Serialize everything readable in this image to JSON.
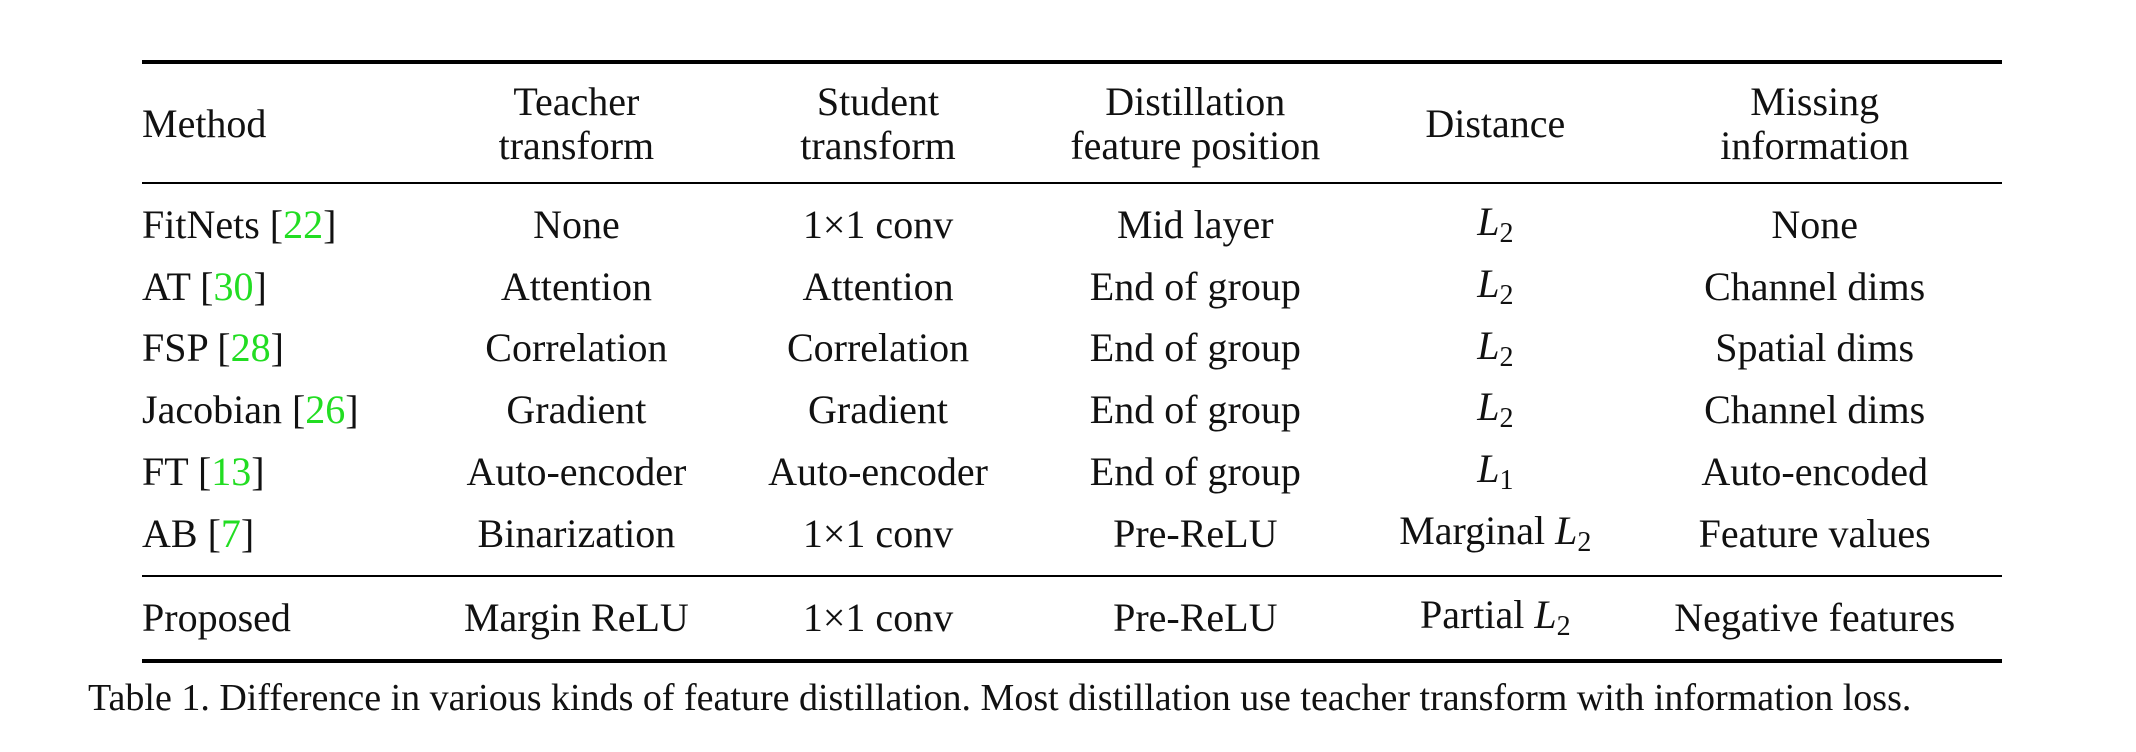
{
  "table": {
    "headers": {
      "method": "Method",
      "teacher": [
        "Teacher",
        "transform"
      ],
      "student": [
        "Student",
        "transform"
      ],
      "position": [
        "Distillation",
        "feature position"
      ],
      "distance": "Distance",
      "missing": [
        "Missing",
        "information"
      ]
    },
    "rows": [
      {
        "method": "FitNets",
        "cite": "22",
        "teacher": "None",
        "student": "1×1 conv",
        "position": "Mid layer",
        "distance_sym": "L",
        "distance_sub": "2",
        "distance_prefix": "",
        "missing": "None"
      },
      {
        "method": "AT",
        "cite": "30",
        "teacher": "Attention",
        "student": "Attention",
        "position": "End of group",
        "distance_sym": "L",
        "distance_sub": "2",
        "distance_prefix": "",
        "missing": "Channel dims"
      },
      {
        "method": "FSP",
        "cite": "28",
        "teacher": "Correlation",
        "student": "Correlation",
        "position": "End of group",
        "distance_sym": "L",
        "distance_sub": "2",
        "distance_prefix": "",
        "missing": "Spatial dims"
      },
      {
        "method": "Jacobian",
        "cite": "26",
        "teacher": "Gradient",
        "student": "Gradient",
        "position": "End of group",
        "distance_sym": "L",
        "distance_sub": "2",
        "distance_prefix": "",
        "missing": "Channel dims"
      },
      {
        "method": "FT",
        "cite": "13",
        "teacher": "Auto-encoder",
        "student": "Auto-encoder",
        "position": "End of group",
        "distance_sym": "L",
        "distance_sub": "1",
        "distance_prefix": "",
        "missing": "Auto-encoded"
      },
      {
        "method": "AB",
        "cite": "7",
        "teacher": "Binarization",
        "student": "1×1 conv",
        "position": "Pre-ReLU",
        "distance_sym": "L",
        "distance_sub": "2",
        "distance_prefix": "Marginal ",
        "missing": "Feature values"
      }
    ],
    "proposed": {
      "method": "Proposed",
      "teacher": "Margin ReLU",
      "student": "1×1 conv",
      "position": "Pre-ReLU",
      "distance_prefix": "Partial ",
      "distance_sym": "L",
      "distance_sub": "2",
      "missing": "Negative features"
    }
  },
  "caption": "Table 1. Difference in various kinds of feature distillation. Most distillation use teacher transform with information loss.",
  "colors": {
    "citation": "#22dd22",
    "text": "#111111",
    "rule": "#000000"
  }
}
